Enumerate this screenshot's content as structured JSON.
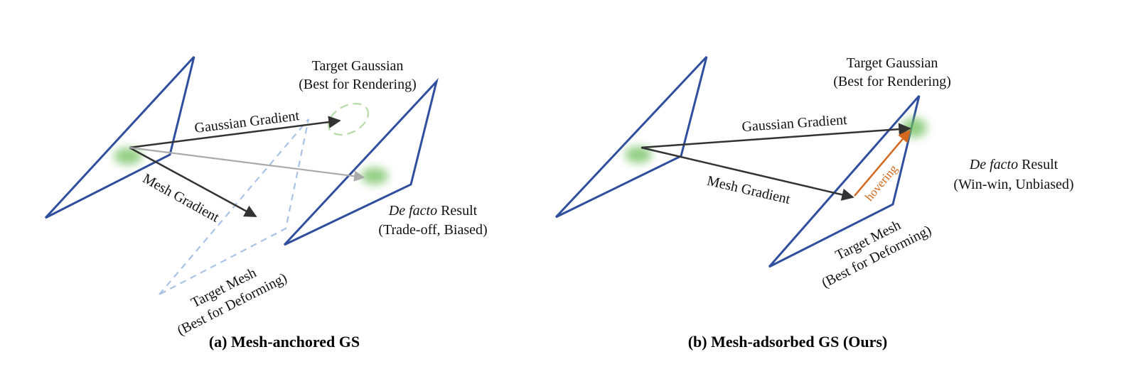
{
  "panel_a": {
    "caption": "(a) Mesh-anchored GS",
    "target_gaussian_title": "Target Gaussian",
    "target_gaussian_sub": "(Best for Rendering)",
    "gaussian_gradient": "Gaussian Gradient",
    "mesh_gradient": "Mesh Gradient",
    "result_em": "De facto",
    "result_word": " Result",
    "result_sub": "(Trade-off, Biased)",
    "target_mesh_title": "Target Mesh",
    "target_mesh_sub": "(Best for Deforming)"
  },
  "panel_b": {
    "caption": "(b) Mesh-adsorbed GS (Ours)",
    "target_gaussian_title": "Target Gaussian",
    "target_gaussian_sub": "(Best for Rendering)",
    "gaussian_gradient": "Gaussian Gradient",
    "mesh_gradient": "Mesh Gradient",
    "hovering": "hovering",
    "result_em": "De facto",
    "result_word": " Result",
    "result_sub": "(Win-win, Unbiased)",
    "target_mesh_title": "Target Mesh",
    "target_mesh_sub": "(Best for Deforming)"
  },
  "colors": {
    "mesh_edge": "#2f4f9e",
    "target_mesh_dashed": "#a9c3e8",
    "arrow_dark": "#333333",
    "arrow_gray": "#aaaaaa",
    "gaussian_blob": "#6fbf5c",
    "target_ellipse": "#b5dba6",
    "hovering_arrow": "#d2691e"
  }
}
